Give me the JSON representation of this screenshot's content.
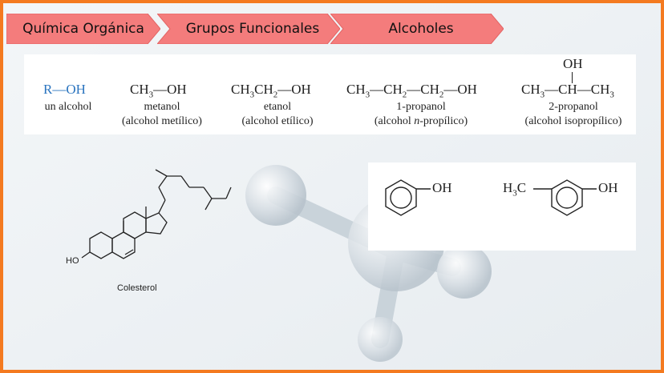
{
  "breadcrumb": [
    {
      "label": "Química Orgánica"
    },
    {
      "label": "Grupos Funcionales"
    },
    {
      "label": "Alcoholes"
    }
  ],
  "alcohols": [
    {
      "name": "un alcohol",
      "common": ""
    },
    {
      "name": "metanol",
      "common": "(alcohol metílico)"
    },
    {
      "name": "etanol",
      "common": "(alcohol etílico)"
    },
    {
      "name": "1-propanol",
      "common_pre": "(alcohol ",
      "common_ital": "n",
      "common_post": "-propílico)"
    },
    {
      "name": "2-propanol",
      "common": "(alcohol isopropílico)"
    }
  ],
  "formulas": {
    "generic": "R—OH",
    "oh_top": "OH",
    "oh": "OH",
    "h3c": "H3C"
  },
  "cholesterol": {
    "label": "Colesterol",
    "ho": "HO"
  },
  "colors": {
    "frame": "#f47a20",
    "crumb_fill": "#f47c7c",
    "accent_blue": "#2a74bf"
  }
}
